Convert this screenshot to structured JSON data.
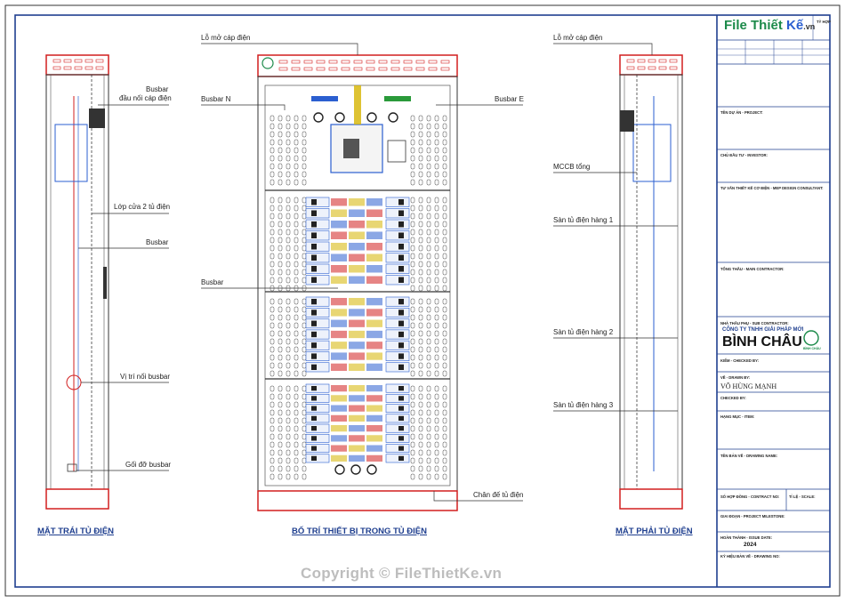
{
  "colors": {
    "frame": "#1f3f8f",
    "accent_red": "#d21f1f",
    "busbar_blue": "#2b5fd0",
    "busbar_green": "#2a9a3a",
    "busbar_yellow": "#d6b400",
    "logo_green": "#1c8a4a"
  },
  "brand": {
    "logo_file": "File",
    "logo_thiet": "Thiết",
    "logo_ke": "Kế",
    "logo_vn": ".vn",
    "copyright": "Copyright © FileThietKe.vn"
  },
  "views": {
    "left": "MẶT TRÁI TỦ ĐIỆN",
    "center": "BỐ TRÍ THIẾT BỊ TRONG TỦ ĐIỆN",
    "right": "MẶT PHẢI TỦ ĐIỆN"
  },
  "labels": {
    "lo_mo_cap_dien_center": "Lỗ mở cáp điện",
    "lo_mo_cap_dien_right": "Lỗ mở cáp điện",
    "busbar_top_1": "Busbar",
    "busbar_top_2": "đầu nối cáp điện",
    "busbar_n": "Busbar N",
    "busbar_e": "Busbar E",
    "lop_cua": "Lớp cửa 2 tủ điện",
    "busbar_mid": "Busbar",
    "busbar_center": "Busbar",
    "vi_tri_noi": "Vị trí nối busbar",
    "goi_do": "Gối đỡ busbar",
    "mccb": "MCCB tổng",
    "san_1": "Sàn tủ điện hàng 1",
    "san_2": "Sàn tủ điện hàng 2",
    "san_3": "Sàn tủ điện hàng 3",
    "chan_de": "Chân đế tủ điện"
  },
  "title_block": {
    "project": "TÊN DỰ ÁN - PROJECT:",
    "investor": "CHỦ ĐẦU TƯ - INVESTOR:",
    "consultant": "TƯ VẤN THIẾT KẾ CƠ ĐIỆN - MEP DESIGN CONSULTANT:",
    "main_contractor": "TỔNG THẦU - MAIN CONTRACTOR:",
    "sub_contractor": "NHÀ THẦU PHỤ - SUB CONTRACTOR:",
    "company_line": "CÔNG TY TNHH GIẢI PHÁP MỚI",
    "company_name": "BÌNH CHÂU",
    "logo_caption": "BÌNH CHÂU",
    "checked_by": "KIỂM - CHECKED BY:",
    "drawn_by": "VẼ - DRAWN BY:",
    "drawn_name": "VÕ HÙNG MẠNH",
    "checked_by_2": "CHECKED BY:",
    "item": "HẠNG MỤC - ITEM:",
    "drawing_name": "TÊN BẢN VẼ - DRAWING NAME:",
    "contract_no": "SỐ HỢP ĐỒNG - CONTRACT NO:",
    "scale": "TỈ LỆ - SCALE:",
    "milestone": "GIAI ĐOẠN - PROJECT MILESTONE:",
    "issue_date": "HOÀN THÀNH - ISSUE DATE:",
    "year": "2024",
    "drawing_no": "KÝ HIỆU BẢN VẼ - DRAWING NO:",
    "corner_note": "TỶ HỢP"
  }
}
